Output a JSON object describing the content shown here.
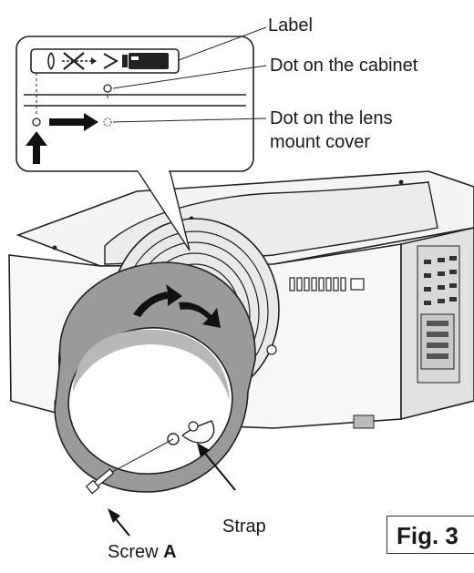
{
  "callouts": {
    "label": "Label",
    "dot_cabinet": "Dot on the cabinet",
    "dot_lens_cover_line1": "Dot on the lens",
    "dot_lens_cover_line2": "mount cover",
    "strap": "Strap",
    "screw_prefix": "Screw ",
    "screw_letter": "A"
  },
  "figure_tag": "Fig. 3",
  "colors": {
    "ink": "#1a1a1a",
    "ring_gray": "#9a9a9a",
    "body_light": "#f4f4f4",
    "body_mid": "#e2e2e2",
    "shadow": "#cfcfcf"
  },
  "icons": [
    "lens-icon",
    "cross-arrow-icon",
    "greater-than-icon",
    "battery-icon"
  ]
}
